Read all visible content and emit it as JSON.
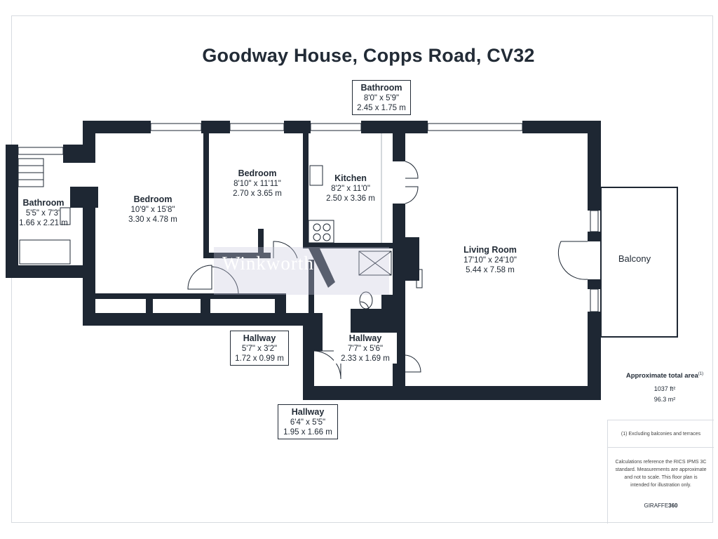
{
  "title": "Goodway House, Copps Road, CV32",
  "watermark": "Winkworth",
  "rooms": {
    "bathroom_top": {
      "name": "Bathroom",
      "imperial": "8'0\" x 5'9\"",
      "metric": "2.45 x 1.75 m"
    },
    "bedroom_1": {
      "name": "Bedroom",
      "imperial": "10'9\" x 15'8\"",
      "metric": "3.30 x 4.78 m"
    },
    "bedroom_2": {
      "name": "Bedroom",
      "imperial": "8'10\" x 11'11\"",
      "metric": "2.70 x 3.65 m"
    },
    "kitchen": {
      "name": "Kitchen",
      "imperial": "8'2\" x 11'0\"",
      "metric": "2.50 x 3.36 m"
    },
    "bathroom_left": {
      "name": "Bathroom",
      "imperial": "5'5\" x 7'3\"",
      "metric": "1.66 x 2.21 m"
    },
    "living_room": {
      "name": "Living Room",
      "imperial": "17'10\" x 24'10\"",
      "metric": "5.44 x 7.58 m"
    },
    "balcony": {
      "name": "Balcony"
    },
    "hallway_1": {
      "name": "Hallway",
      "imperial": "5'7\" x 3'2\"",
      "metric": "1.72 x 0.99 m"
    },
    "hallway_2": {
      "name": "Hallway",
      "imperial": "7'7\" x 5'6\"",
      "metric": "2.33 x 1.69 m"
    },
    "hallway_3": {
      "name": "Hallway",
      "imperial": "6'4\" x 5'5\"",
      "metric": "1.95 x 1.66 m"
    }
  },
  "area": {
    "label": "Approximate total area",
    "note_mark": "(1)",
    "sqft": "1037 ft²",
    "sqm": "96.3 m²"
  },
  "footnote": "(1) Excluding balconies and terraces",
  "disclaimer": "Calculations reference the RICS IPMS 3C standard. Measurements are approximate and not to scale. This floor plan is intended for illustration only.",
  "brand": {
    "prefix": "GIRAFFE",
    "suffix": "360"
  },
  "colors": {
    "wall": "#1e2733",
    "text": "#222b36",
    "border": "#d7dbe0"
  }
}
